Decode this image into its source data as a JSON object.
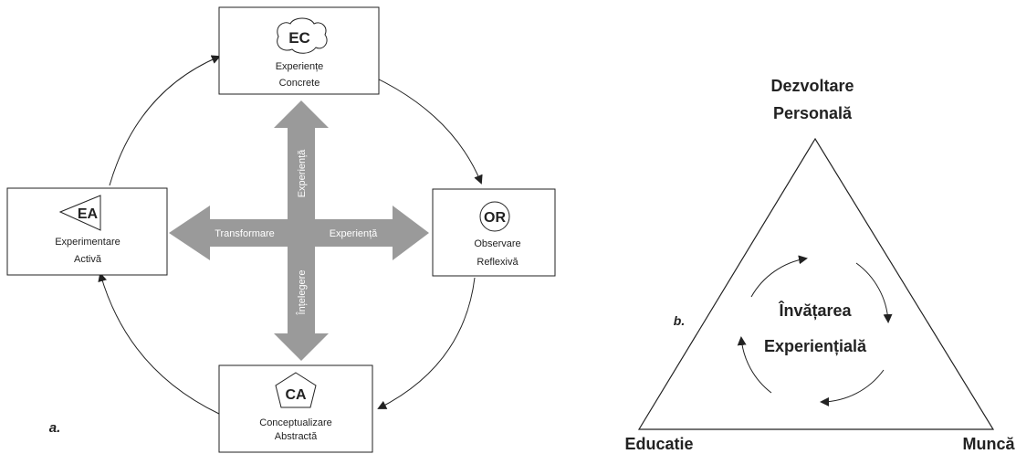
{
  "diagram_a": {
    "label": "a.",
    "nodes": {
      "ec": {
        "code": "EC",
        "line1": "Experiențe",
        "line2": "Concrete"
      },
      "or": {
        "code": "OR",
        "line1": "Observare",
        "line2": "Reflexivă"
      },
      "ca": {
        "code": "CA",
        "line1": "Conceptualizare",
        "line2": "Abstractă"
      },
      "ea": {
        "code": "EA",
        "line1": "Experimentare",
        "line2": "Activă"
      }
    },
    "cross": {
      "up": "Experiență",
      "down": "Înțelegere",
      "left": "Transformare",
      "right": "Experiență"
    },
    "colors": {
      "arrow_fill": "#9a9a9a",
      "stroke": "#222222"
    }
  },
  "diagram_b": {
    "label": "b.",
    "top": {
      "line1": "Dezvoltare",
      "line2": "Personală"
    },
    "left": "Educatie",
    "right": "Muncă",
    "center": {
      "line1": "Învățarea",
      "line2": "Experiențială"
    }
  }
}
